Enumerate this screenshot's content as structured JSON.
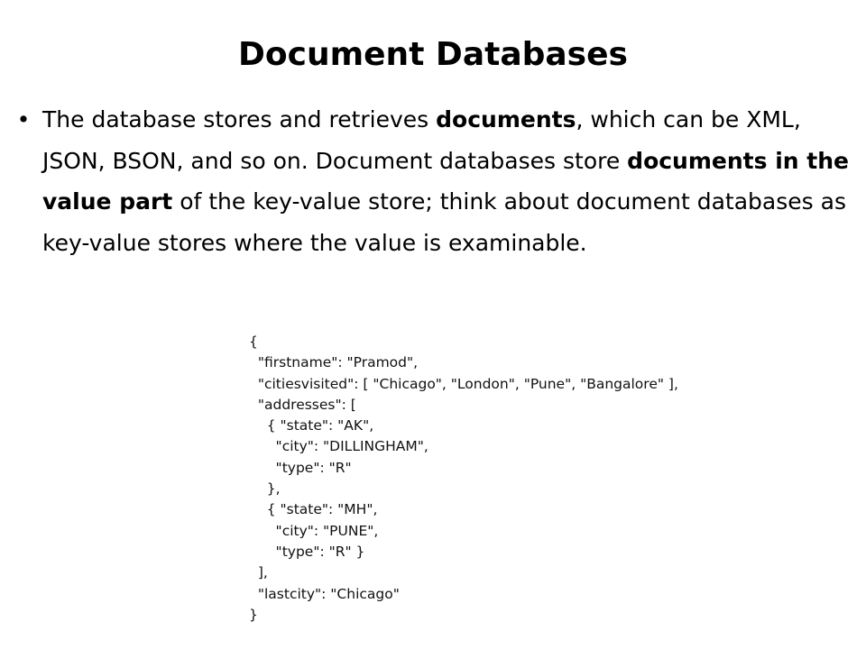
{
  "slide": {
    "title": "Document Databases",
    "bullet": {
      "symbol": "•",
      "text_1": "The database stores and retrieves ",
      "bold_1": "documents",
      "text_2": ", which can be XML, JSON, BSON, and so on. Document databases store ",
      "bold_2": "documents in the value part",
      "text_3": " of the key-value store; think about document databases as key-value stores where the value is examinable."
    },
    "code_lines": [
      "{",
      "  \"firstname\": \"Pramod\",",
      "  \"citiesvisited\": [ \"Chicago\", \"London\", \"Pune\", \"Bangalore\" ],",
      "  \"addresses\": [",
      "    { \"state\": \"AK\",",
      "      \"city\": \"DILLINGHAM\",",
      "      \"type\": \"R\"",
      "    },",
      "    { \"state\": \"MH\",",
      "      \"city\": \"PUNE\",",
      "      \"type\": \"R\" }",
      "  ],",
      "  \"lastcity\": \"Chicago\"",
      "}"
    ]
  }
}
